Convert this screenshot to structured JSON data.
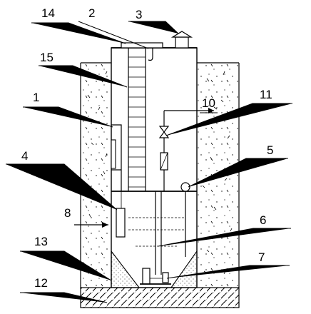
{
  "labels": {
    "n1": "1",
    "n2": "2",
    "n3": "3",
    "n4": "4",
    "n5": "5",
    "n6": "6",
    "n7": "7",
    "n8": "8",
    "n10": "10",
    "n11": "11",
    "n12": "12",
    "n13": "13",
    "n14": "14",
    "n15": "15"
  },
  "colors": {
    "ink": "#000000",
    "paper": "#ffffff"
  }
}
